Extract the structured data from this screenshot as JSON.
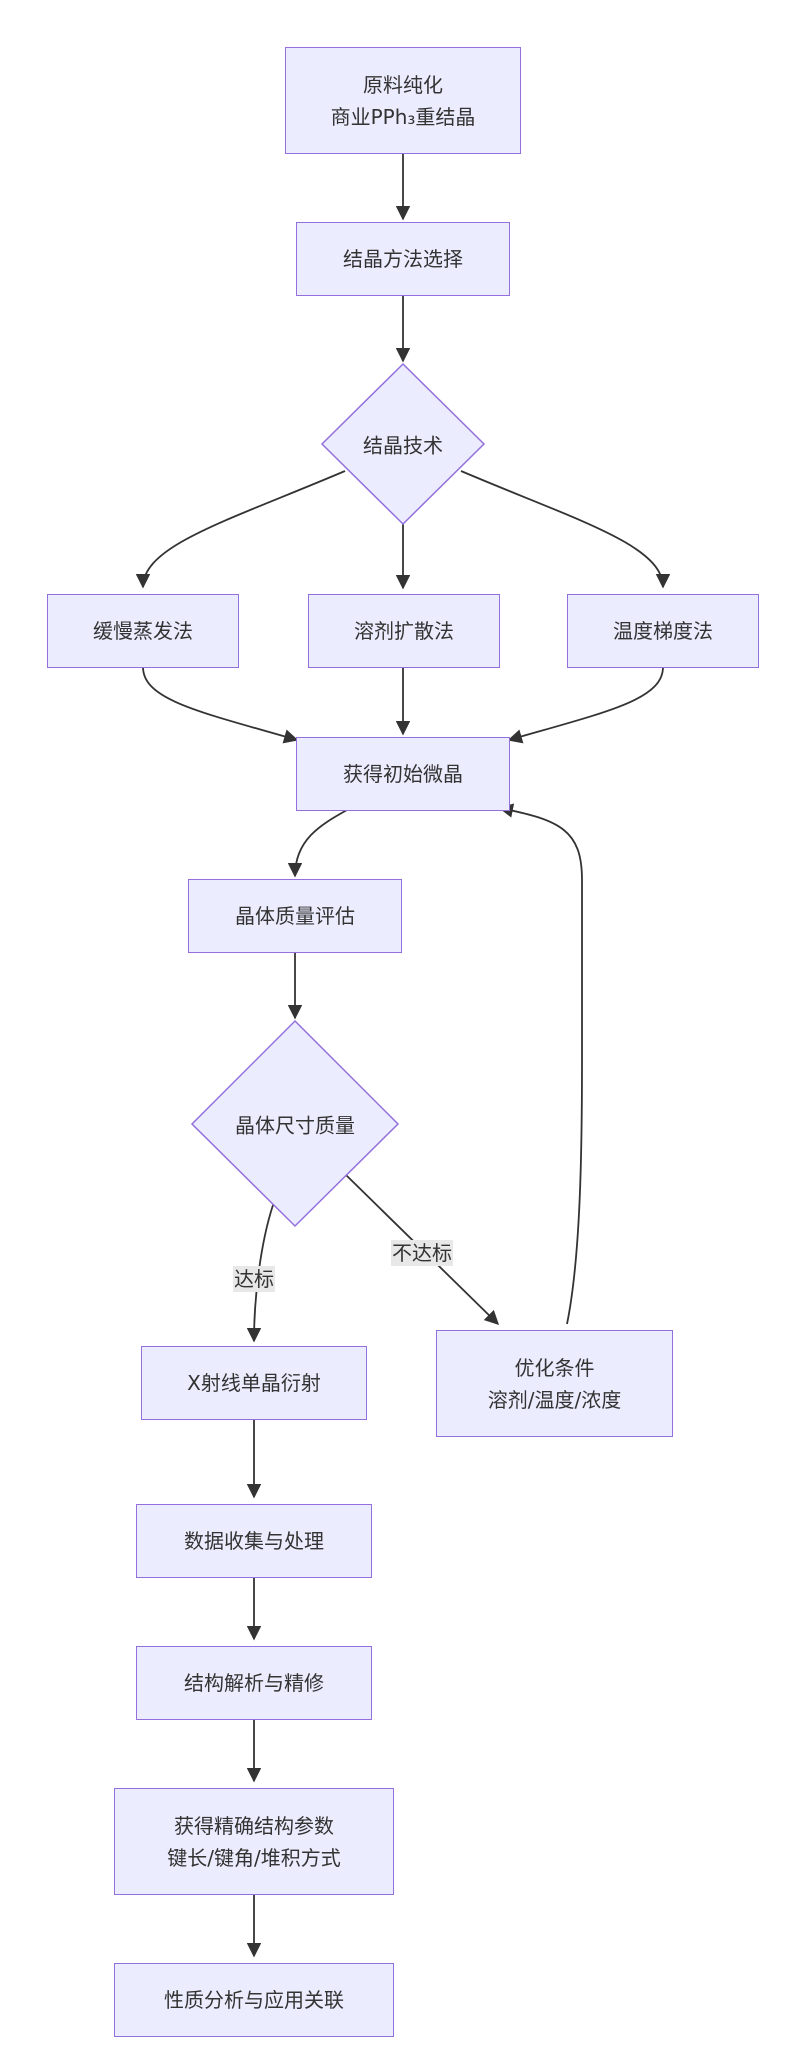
{
  "nodes": {
    "purify": {
      "line1": "原料纯化",
      "line2": "商业PPh₃重结晶"
    },
    "select_method": "结晶方法选择",
    "technique": "结晶技术",
    "slow_evap": "缓慢蒸发法",
    "solvent_diff": "溶剂扩散法",
    "temp_gradient": "温度梯度法",
    "initial_crystal": "获得初始微晶",
    "quality_eval": "晶体质量评估",
    "size_quality": "晶体尺寸质量",
    "optimize": {
      "line1": "优化条件",
      "line2": "溶剂/温度/浓度"
    },
    "xrd": "X射线单晶衍射",
    "data_collect": "数据收集与处理",
    "structure_solve": "结构解析与精修",
    "params": {
      "line1": "获得精确结构参数",
      "line2": "键长/键角/堆积方式"
    },
    "property": "性质分析与应用关联"
  },
  "edge_labels": {
    "pass": "达标",
    "fail": "不达标"
  },
  "colors": {
    "node_fill": "#ececff",
    "node_border": "#9370db",
    "edge": "#333333",
    "edge_label_bg": "#e8e8e8"
  }
}
